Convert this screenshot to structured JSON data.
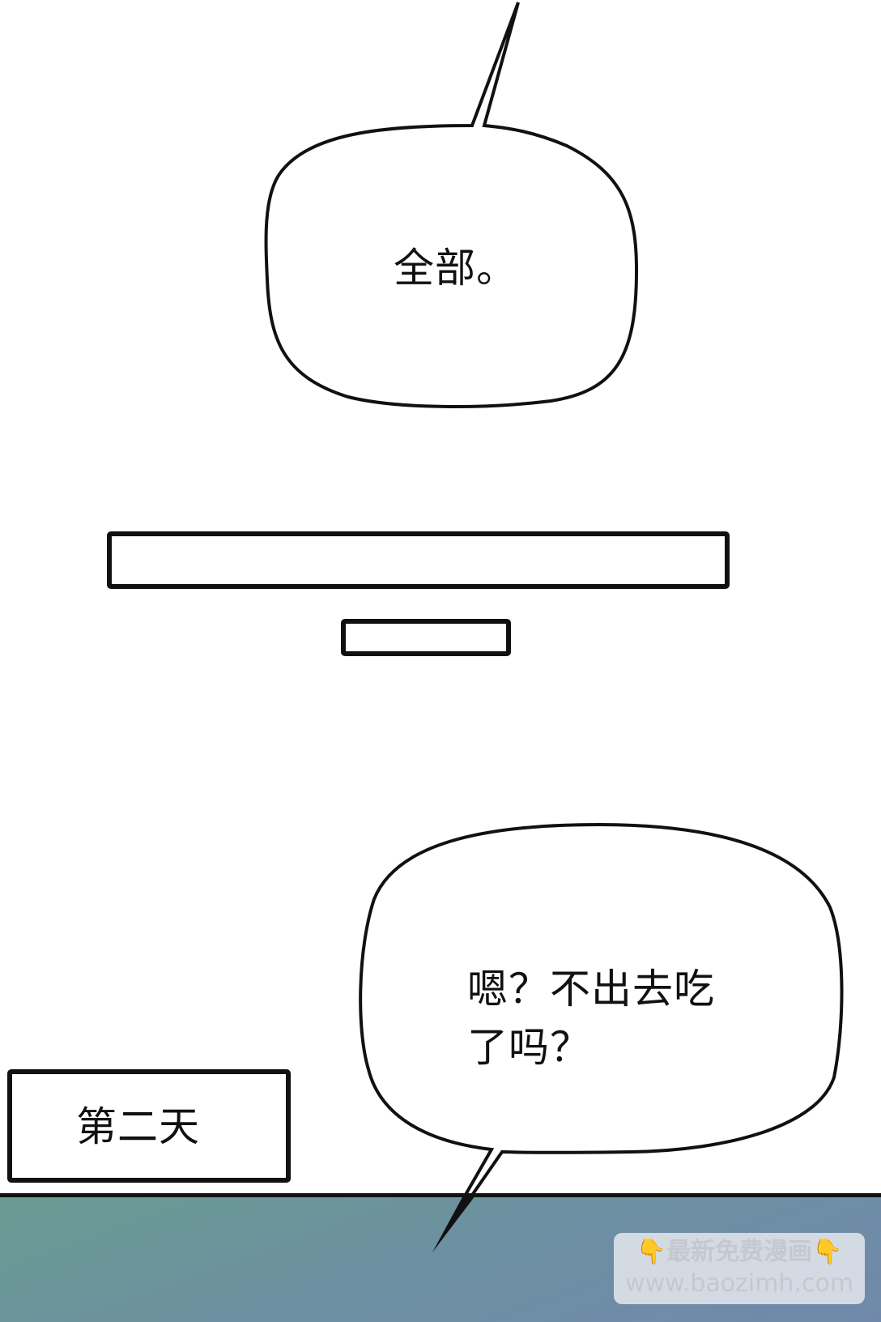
{
  "panel": {
    "bubble_top": {
      "text": "全部。"
    },
    "bubble_bottom": {
      "line1": "嗯？不出去吃",
      "line2": "了吗？"
    },
    "caption": {
      "text": "第二天"
    },
    "watermark": {
      "line1": "最新免费漫画",
      "line2": "www.baozimh.com",
      "icon": "pointing-down-hand-icon"
    },
    "colors": {
      "ink": "#111111",
      "paper": "#ffffff",
      "band_top": "#6a9a92",
      "band_bottom": "#7089ab"
    }
  }
}
